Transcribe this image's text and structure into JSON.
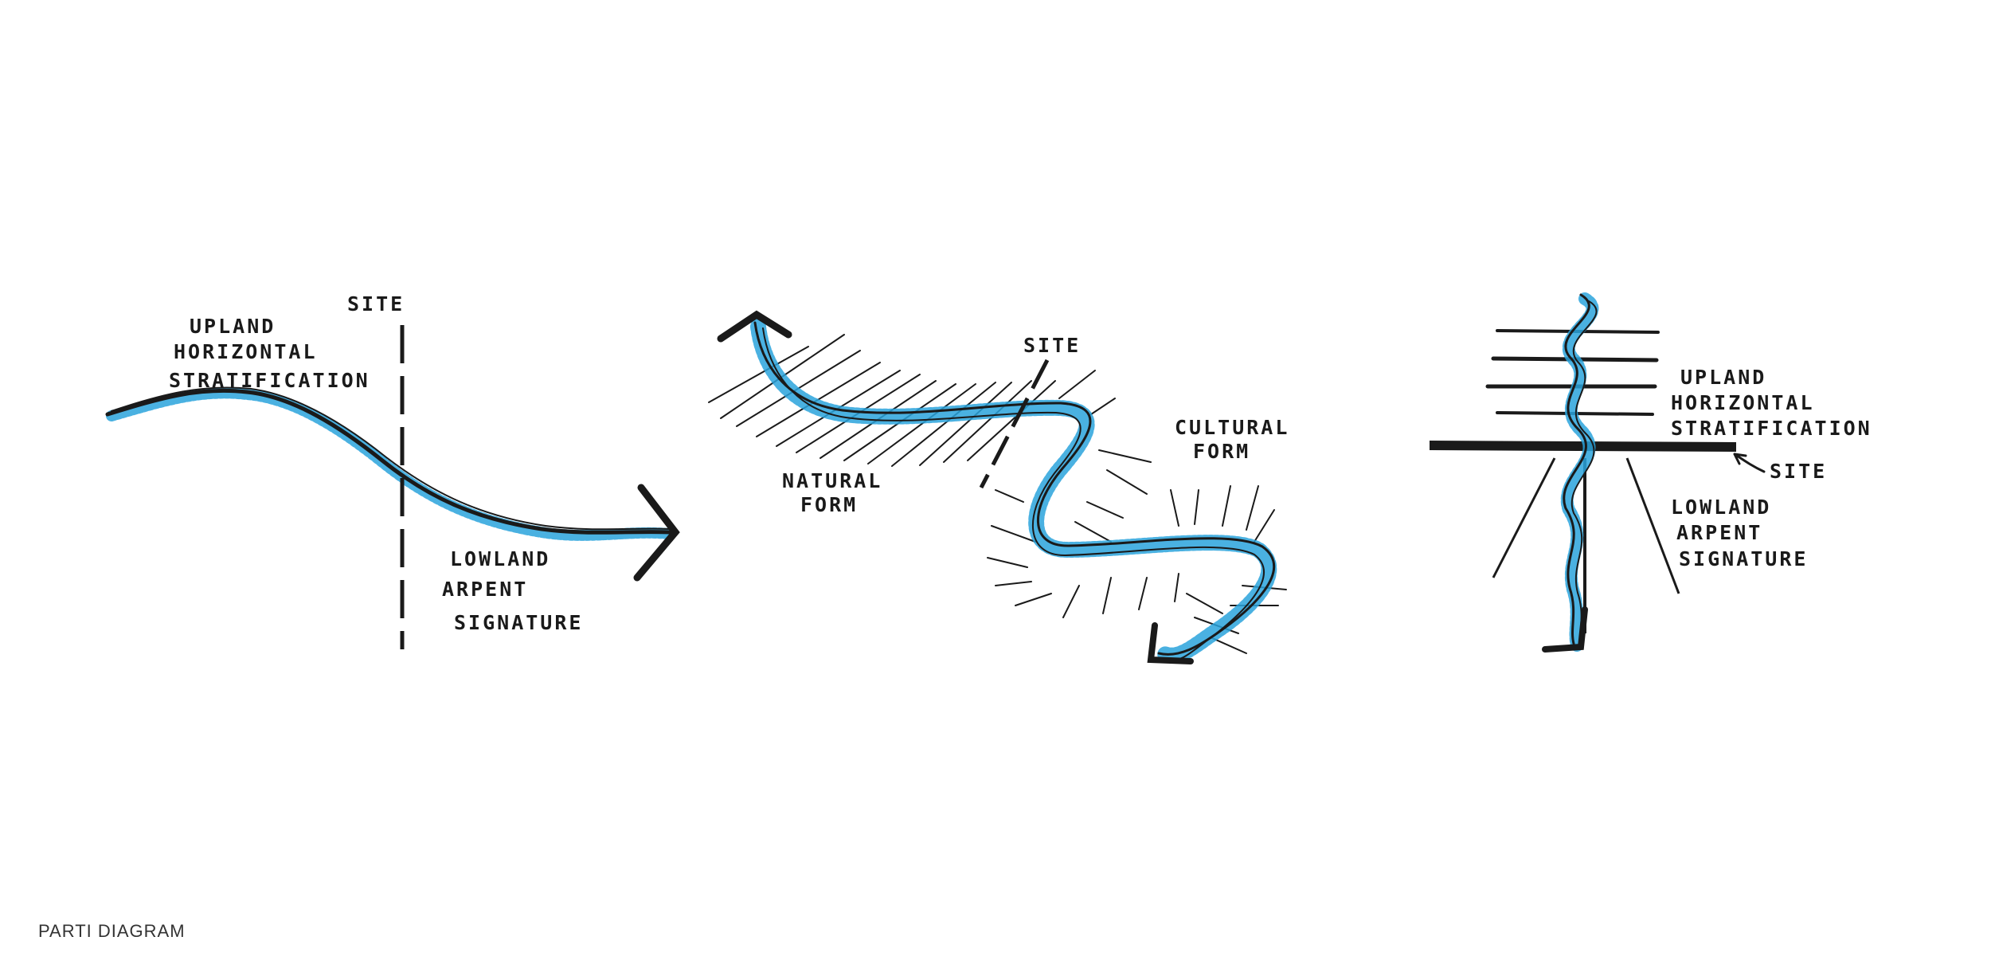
{
  "caption": "PARTI DIAGRAM",
  "colors": {
    "ink": "#1a1a1a",
    "river": "#2aa3dc",
    "background": "#ffffff"
  },
  "sketch1": {
    "labels": {
      "upland_l1": "UPLAND",
      "upland_l2": "HORIZONTAL",
      "upland_l3": "STRATIFICATION",
      "site": "SITE",
      "lowland_l1": "LOWLAND",
      "lowland_l2": "ARPENT",
      "lowland_l3": "SIGNATURE"
    }
  },
  "sketch2": {
    "labels": {
      "site": "SITE",
      "natural_l1": "NATURAL",
      "natural_l2": "FORM",
      "cultural_l1": "CULTURAL",
      "cultural_l2": "FORM"
    }
  },
  "sketch3": {
    "labels": {
      "upland_l1": "UPLAND",
      "upland_l2": "HORIZONTAL",
      "upland_l3": "STRATIFICATION",
      "site": "SITE",
      "lowland_l1": "LOWLAND",
      "lowland_l2": "ARPENT",
      "lowland_l3": "SIGNATURE"
    }
  }
}
